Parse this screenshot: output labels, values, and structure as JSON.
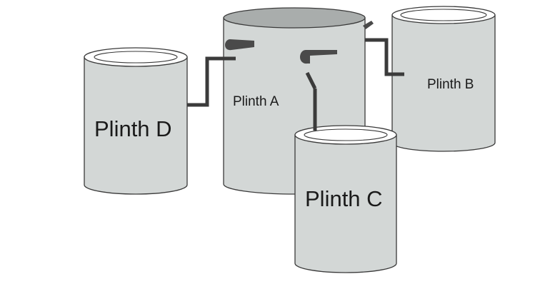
{
  "plinths": {
    "a": {
      "label": "Plinth A"
    },
    "b": {
      "label": "Plinth B"
    },
    "c": {
      "label": "Plinth C"
    },
    "d": {
      "label": "Plinth D"
    }
  },
  "colors": {
    "plinth_fill": "#d3d7d6",
    "plinth_outline": "#3a3a3a",
    "pipe": "#3b3b3b",
    "tank_a_inner": "#a9adac"
  },
  "connections": [
    {
      "from": "plinth-a",
      "to": "plinth-d"
    },
    {
      "from": "plinth-a",
      "to": "plinth-b"
    },
    {
      "from": "plinth-a",
      "to": "plinth-c"
    }
  ]
}
